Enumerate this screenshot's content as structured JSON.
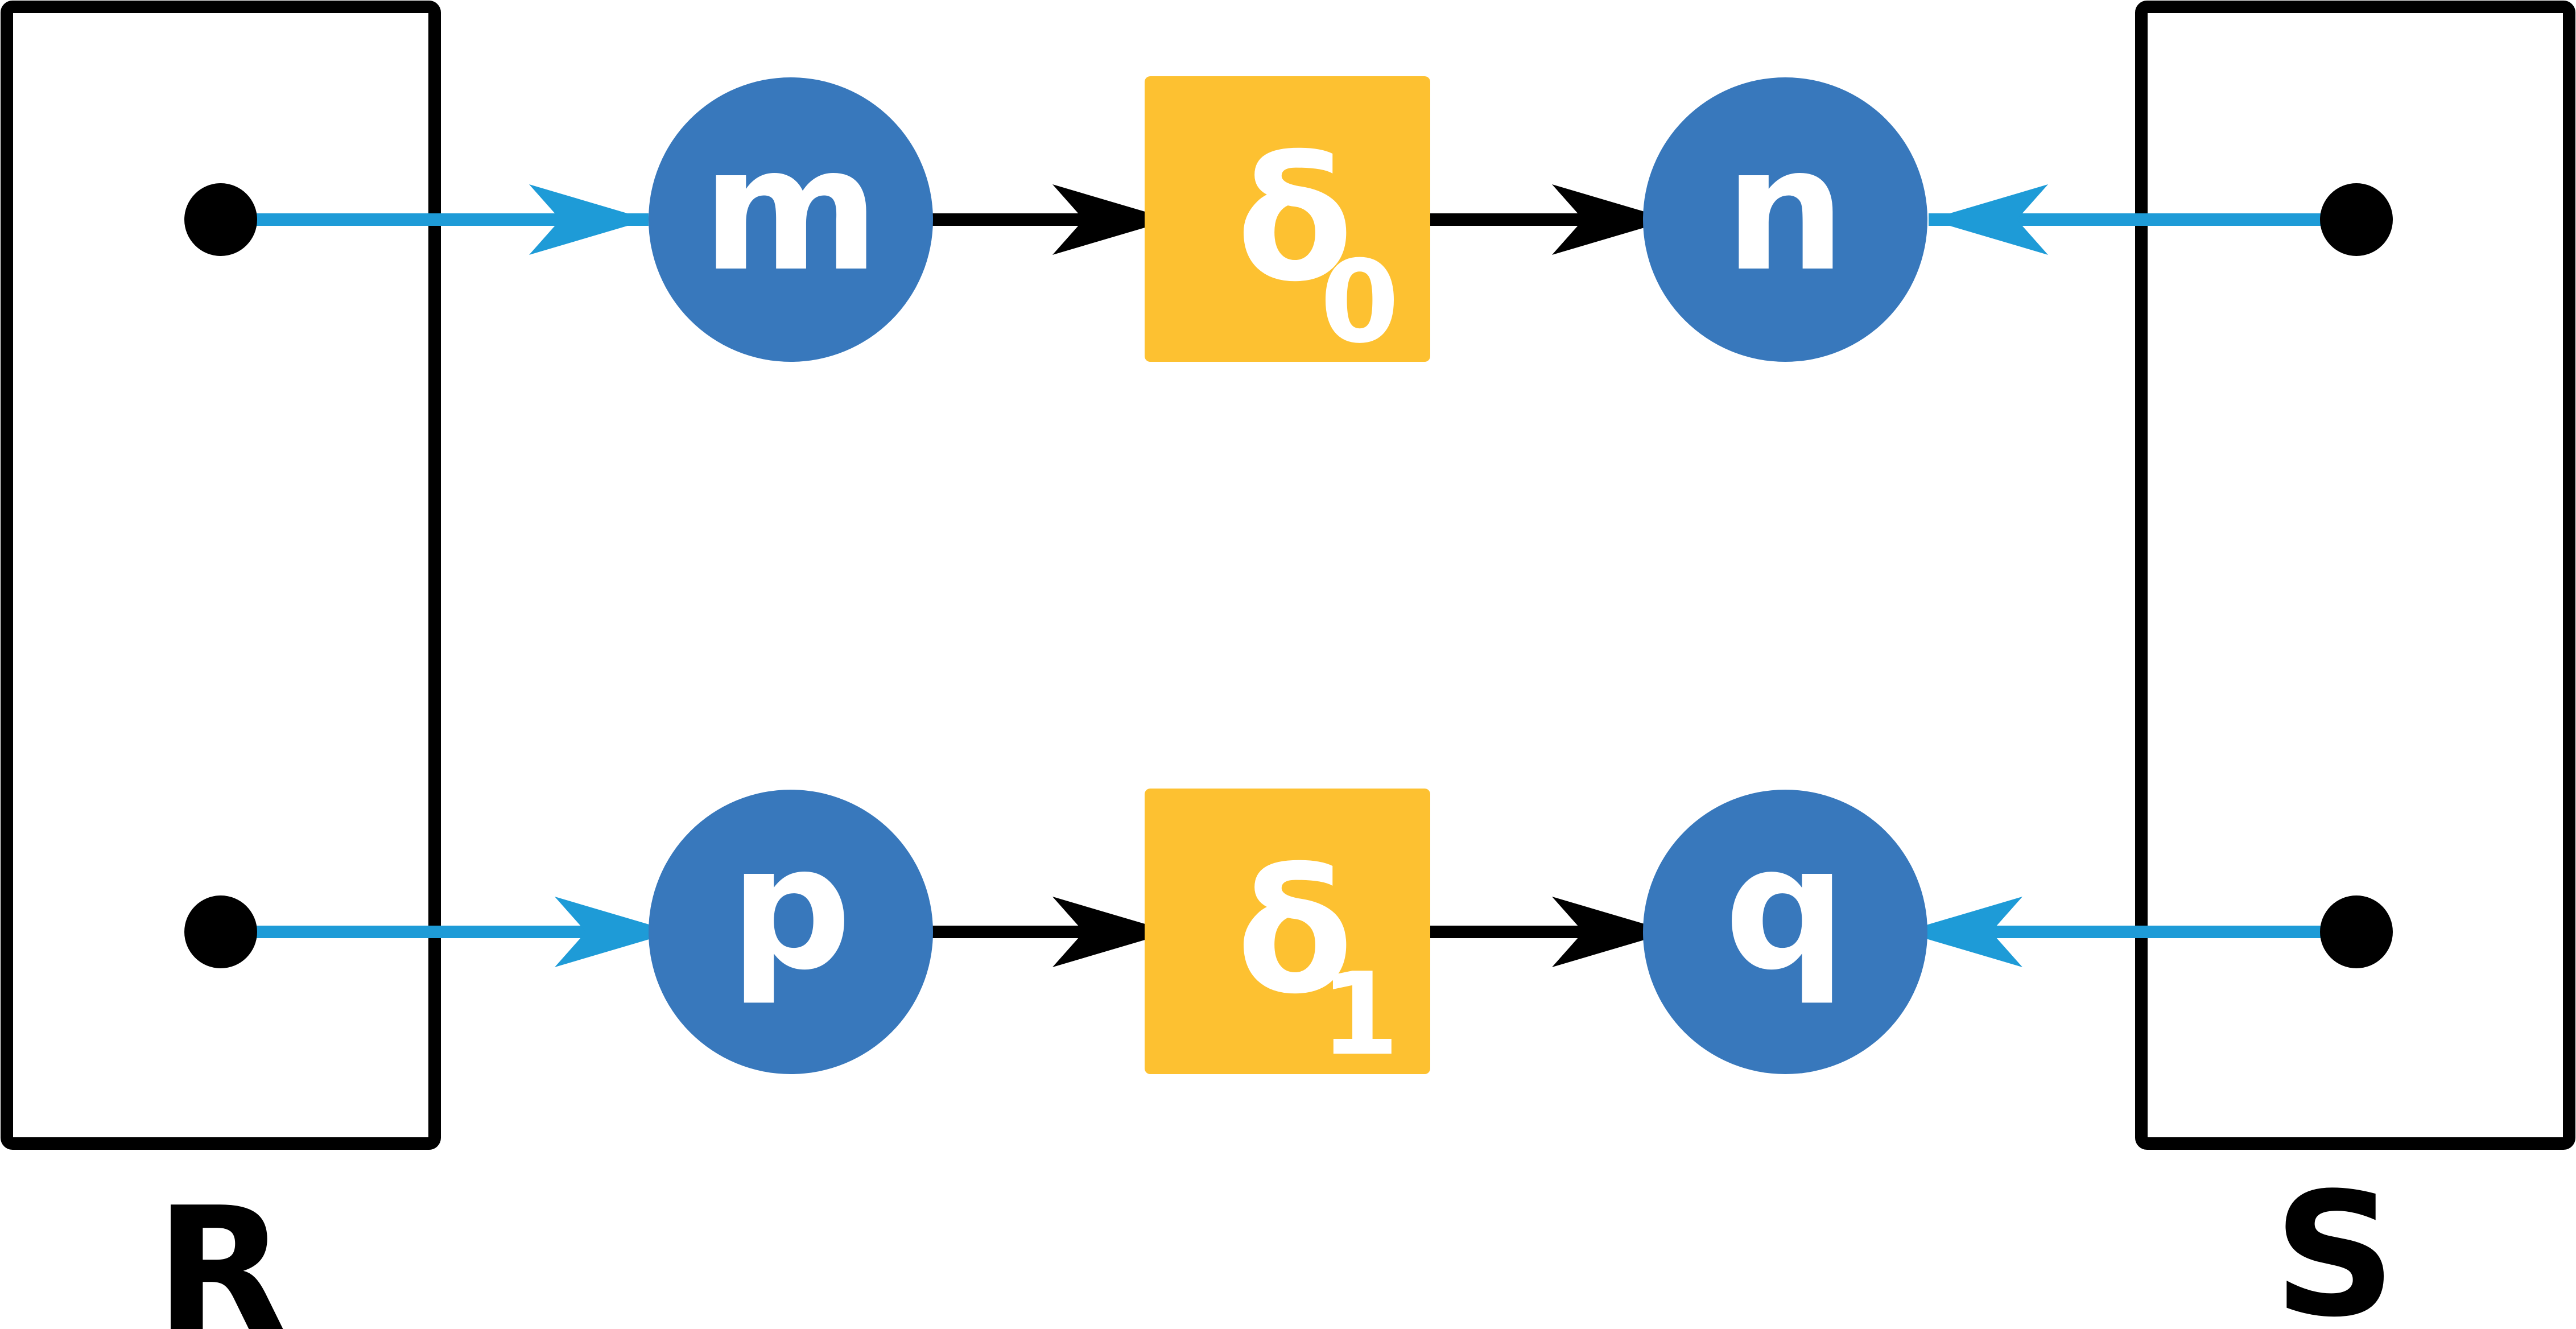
{
  "colors": {
    "background": "#ffffff",
    "node_fill": "#3878bc",
    "delta_fill": "#fdc131",
    "blue_edge": "#1e9bd7",
    "black_edge": "#000000",
    "node_text": "#ffffff",
    "set_stroke": "#000000"
  },
  "sets": {
    "left": {
      "label": "R"
    },
    "right": {
      "label": "S"
    }
  },
  "nodes": {
    "m": {
      "label": "m"
    },
    "n": {
      "label": "n"
    },
    "p": {
      "label": "p"
    },
    "q": {
      "label": "q"
    }
  },
  "maps": {
    "delta0": {
      "symbol": "δ",
      "subscript": "0"
    },
    "delta1": {
      "symbol": "δ",
      "subscript": "1"
    }
  }
}
